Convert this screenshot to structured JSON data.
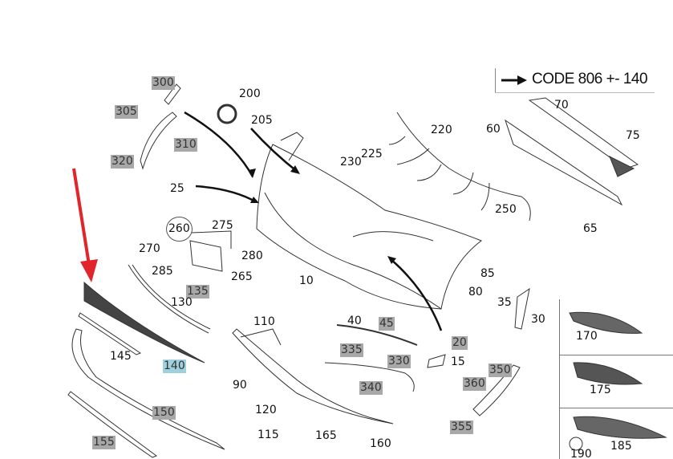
{
  "legend": {
    "code_text": "CODE 806 +- 140"
  },
  "colors": {
    "highlight_gray": "#a8a8a8",
    "highlight_blue": "#9fd0de",
    "pointer_arrow": "#e0262a",
    "line": "#222222"
  },
  "callouts": {
    "p300": "300",
    "p305": "305",
    "p310": "310",
    "p320": "320",
    "p200": "200",
    "p205": "205",
    "p25": "25",
    "p260": "260",
    "p275": "275",
    "p270": "270",
    "p280": "280",
    "p285": "285",
    "p265": "265",
    "p10": "10",
    "p135": "135",
    "p130": "130",
    "p110": "110",
    "p145": "145",
    "p140": "140",
    "p150": "150",
    "p155": "155",
    "p90": "90",
    "p120": "120",
    "p115": "115",
    "p165": "165",
    "p160": "160",
    "p220": "220",
    "p225": "225",
    "p230": "230",
    "p250": "250",
    "p60": "60",
    "p70": "70",
    "p75": "75",
    "p65": "65",
    "p85": "85",
    "p80": "80",
    "p35": "35",
    "p30": "30",
    "p40": "40",
    "p45": "45",
    "p335": "335",
    "p330": "330",
    "p20": "20",
    "p15": "15",
    "p340": "340",
    "p350": "350",
    "p360": "360",
    "p355": "355",
    "p170": "170",
    "p175": "175",
    "p185": "185",
    "p190": "190"
  }
}
